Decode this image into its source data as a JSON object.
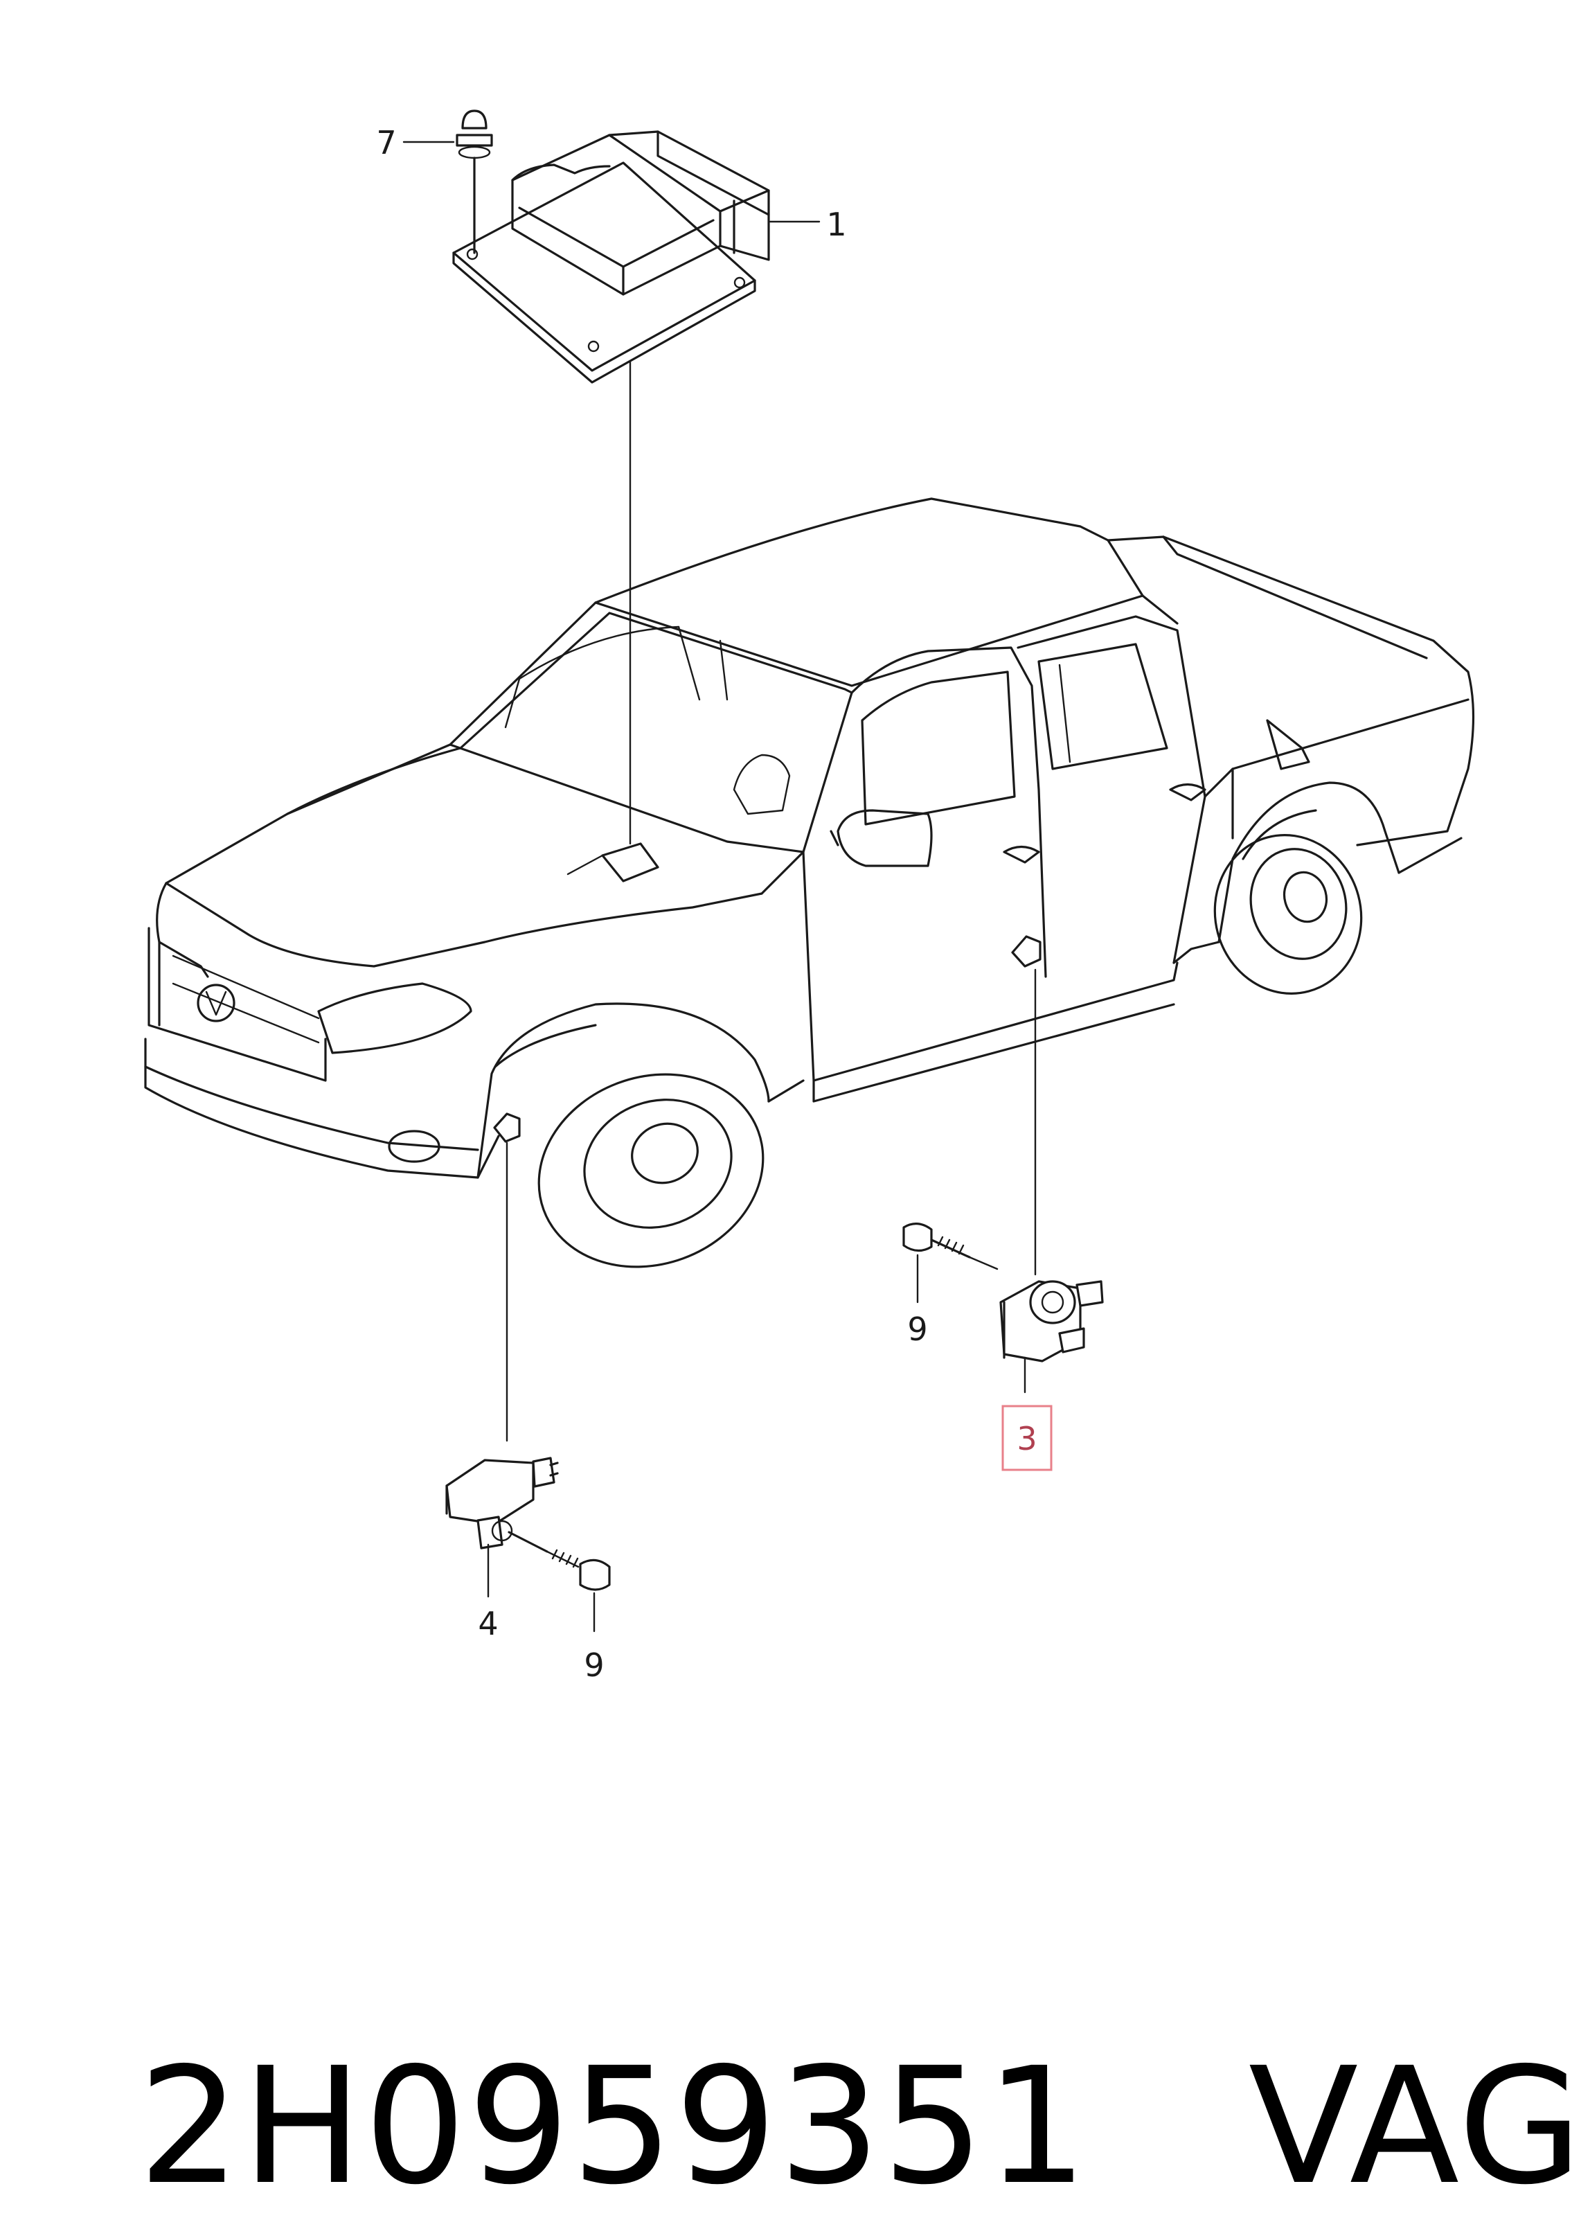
{
  "diagram": {
    "callouts": {
      "c1": "1",
      "c3": "3",
      "c4": "4",
      "c7": "7",
      "c9a": "9",
      "c9b": "9"
    },
    "highlight_color": "#e8808a"
  },
  "footer": {
    "part_number": "2H0959351",
    "brand": "VAG"
  }
}
